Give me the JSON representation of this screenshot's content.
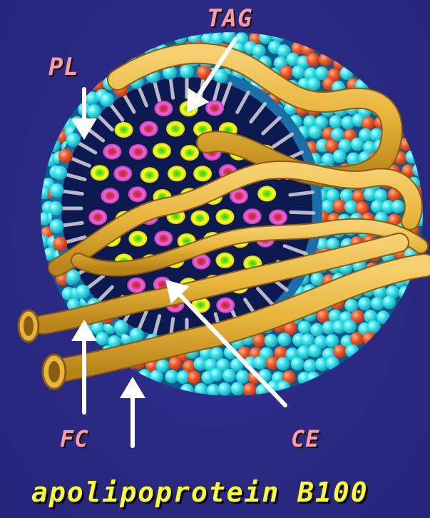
{
  "labels": {
    "tag": "TAG",
    "pl": "PL",
    "fc": "FC",
    "ce": "CE",
    "protein": "apolipoprotein B100"
  },
  "colors": {
    "background": "#2b2b86",
    "core": "#0d1a52",
    "phospholipid_head": "#3de6ee",
    "free_cholesterol": "#ee5a2a",
    "triacylglycerol": "#ffff20",
    "triacylglycerol_center": "#33cc11",
    "cholesteryl_ester": "#ee66dd",
    "cholesteryl_ester_center": "#cc2222",
    "apolipoprotein": "#e8b53c",
    "label_text": "#ff9aa0",
    "title_text": "#ffff2a",
    "arrow": "#ffffff"
  }
}
